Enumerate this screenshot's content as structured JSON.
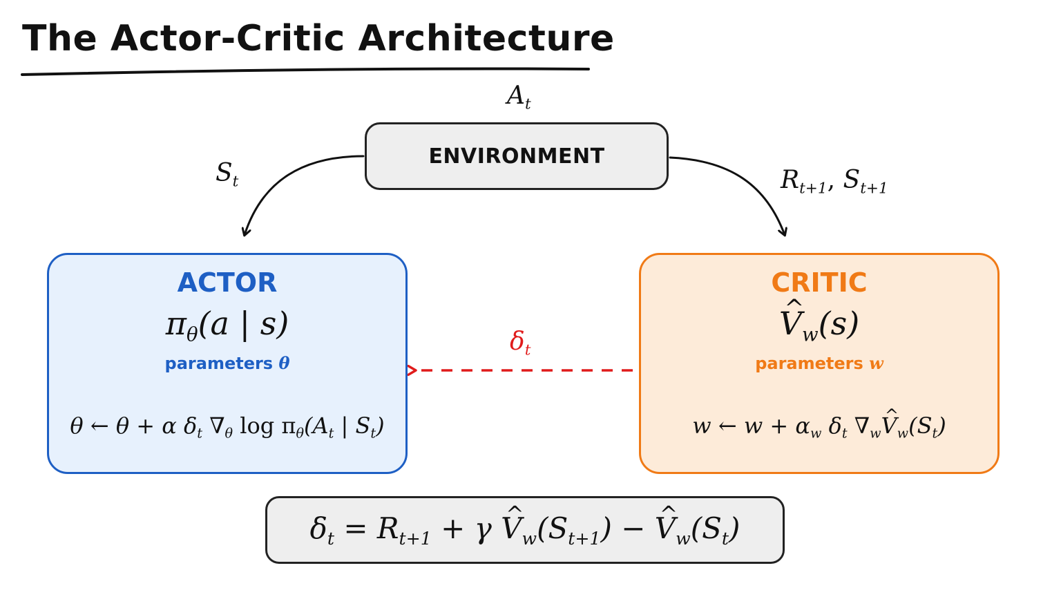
{
  "title": "The Actor-Critic Architecture",
  "labels": {
    "action": {
      "main": "A",
      "sub": "t"
    },
    "state": {
      "main": "S",
      "sub": "t"
    },
    "reward_state": {
      "r": "R",
      "r_sub": "t+1",
      "sep": ", ",
      "s": "S",
      "s_sub": "t+1"
    },
    "td_signal": {
      "main": "δ",
      "sub": "t"
    }
  },
  "environment": {
    "label": "ENVIRONMENT"
  },
  "actor": {
    "title": "ACTOR",
    "policy": {
      "pi": "π",
      "theta": "θ",
      "args": "(a | s)"
    },
    "params": {
      "text": "parameters ",
      "symbol": "θ"
    },
    "update": "θ ← θ + α δ",
    "update_sub_t": "t",
    "update_grad": " ∇",
    "update_grad_sub": "θ",
    "update_log": " log π",
    "update_log_sub": "θ",
    "update_args_a": "(A",
    "update_args_a_sub": "t",
    "update_args_mid": " | S",
    "update_args_s_sub": "t",
    "update_close": ")"
  },
  "critic": {
    "title": "CRITIC",
    "value": {
      "v": "V",
      "w": "w",
      "args": "(s)"
    },
    "params": {
      "text": "parameters ",
      "symbol": "w"
    },
    "update_lhs": "w ← w + α",
    "update_alpha_sub": "w",
    "update_delta": " δ",
    "update_delta_sub": "t",
    "update_grad": " ∇",
    "update_grad_sub": "w",
    "update_v": " V",
    "update_v_sub": "w",
    "update_args": "(S",
    "update_args_sub": "t",
    "update_close": ")"
  },
  "td_error": {
    "delta": "δ",
    "delta_sub": "t",
    "eq": " = R",
    "r_sub": "t+1",
    "gamma": " + γ ",
    "v1": "V",
    "v1_sub": "w",
    "v1_args": "(S",
    "v1_args_sub": "t+1",
    "v1_close": ")",
    "minus": " − ",
    "v2": "V",
    "v2_sub": "w",
    "v2_args": "(S",
    "v2_args_sub": "t",
    "v2_close": ")"
  },
  "colors": {
    "actor": "#1e5fc4",
    "actor_fill": "#e7f1fd",
    "critic": "#f07a16",
    "critic_fill": "#fdebd9",
    "td_arrow": "#e01b1b",
    "neutral_fill": "#eeeeee",
    "stroke": "#222222"
  }
}
